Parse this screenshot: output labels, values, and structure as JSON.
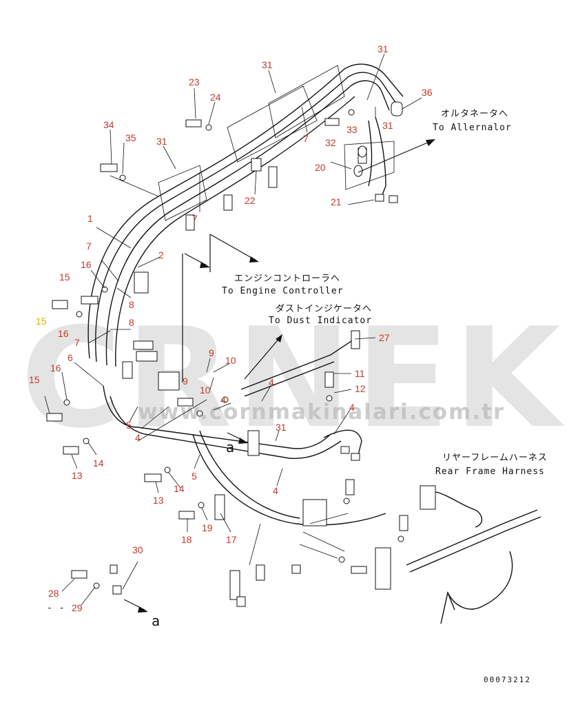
{
  "colors": {
    "callout": "#c0392b",
    "callout_highlight": "#d4b400",
    "watermark": "#cfcfcf",
    "line": "#111111"
  },
  "watermark": {
    "brand": "CRNEK",
    "url": "www.cornmakinalari.com.tr"
  },
  "notes": {
    "alternator_jp": "オルタネータへ",
    "alternator_en": "To Allernalor",
    "engine_controller_jp": "エンジンコントローラへ",
    "engine_controller_en": "To Engine Controller",
    "dust_indicator_jp": "ダストインジケータへ",
    "dust_indicator_en": "To Dust Indicator",
    "rear_frame_jp": "リヤーフレームハーネス",
    "rear_frame_en": "Rear Frame Harness",
    "view_a_1": "a",
    "view_a_2": "a",
    "dash": "- -"
  },
  "drawing_code": "00073212",
  "callouts": [
    {
      "id": "c31a",
      "label": "31"
    },
    {
      "id": "c31b",
      "label": "31"
    },
    {
      "id": "c36",
      "label": "36"
    },
    {
      "id": "c23",
      "label": "23"
    },
    {
      "id": "c24",
      "label": "24"
    },
    {
      "id": "c33",
      "label": "33"
    },
    {
      "id": "c31c",
      "label": "31"
    },
    {
      "id": "c34",
      "label": "34"
    },
    {
      "id": "c35",
      "label": "35"
    },
    {
      "id": "c31d",
      "label": "31"
    },
    {
      "id": "c7a",
      "label": "7"
    },
    {
      "id": "c32",
      "label": "32"
    },
    {
      "id": "c20",
      "label": "20"
    },
    {
      "id": "c22",
      "label": "22"
    },
    {
      "id": "c7b",
      "label": "7"
    },
    {
      "id": "c21",
      "label": "21"
    },
    {
      "id": "c1",
      "label": "1"
    },
    {
      "id": "c2",
      "label": "2"
    },
    {
      "id": "c7c",
      "label": "7"
    },
    {
      "id": "c16a",
      "label": "16"
    },
    {
      "id": "c15a",
      "label": "15"
    },
    {
      "id": "c8a",
      "label": "8"
    },
    {
      "id": "c15b",
      "label": "15"
    },
    {
      "id": "c16b",
      "label": "16"
    },
    {
      "id": "c8b",
      "label": "8"
    },
    {
      "id": "c7d",
      "label": "7"
    },
    {
      "id": "c27",
      "label": "27"
    },
    {
      "id": "c6",
      "label": "6"
    },
    {
      "id": "c9a",
      "label": "9"
    },
    {
      "id": "c10a",
      "label": "10"
    },
    {
      "id": "c9b",
      "label": "9"
    },
    {
      "id": "c11",
      "label": "11"
    },
    {
      "id": "c16c",
      "label": "16"
    },
    {
      "id": "c15c",
      "label": "15"
    },
    {
      "id": "c10b",
      "label": "10"
    },
    {
      "id": "c4a",
      "label": "4"
    },
    {
      "id": "c12",
      "label": "12"
    },
    {
      "id": "c4b",
      "label": "4"
    },
    {
      "id": "c4c",
      "label": "4"
    },
    {
      "id": "c31e",
      "label": "31"
    },
    {
      "id": "c4d",
      "label": "4"
    },
    {
      "id": "c5a",
      "label": "5"
    },
    {
      "id": "c14a",
      "label": "14"
    },
    {
      "id": "c13a",
      "label": "13"
    },
    {
      "id": "c5b",
      "label": "5"
    },
    {
      "id": "c13b",
      "label": "13"
    },
    {
      "id": "c14b",
      "label": "14"
    },
    {
      "id": "c4e",
      "label": "4"
    },
    {
      "id": "c18",
      "label": "18"
    },
    {
      "id": "c19",
      "label": "19"
    },
    {
      "id": "c17",
      "label": "17"
    },
    {
      "id": "c30",
      "label": "30"
    },
    {
      "id": "c28",
      "label": "28"
    },
    {
      "id": "c29",
      "label": "29"
    }
  ]
}
